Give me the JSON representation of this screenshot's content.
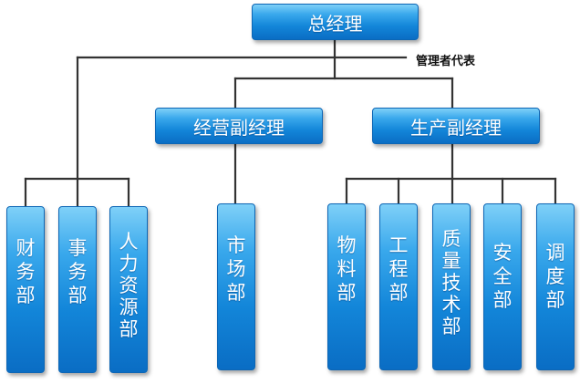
{
  "chart": {
    "top": "总经理",
    "annotation": "管理者代表",
    "vp_operations": "经营副经理",
    "vp_production": "生产副经理",
    "departments": {
      "finance": "财务部",
      "affairs": "事务部",
      "hr": "人力资源部",
      "market": "市场部",
      "materials": "物料部",
      "engineering": "工程部",
      "quality": "质量技术部",
      "safety": "安全部",
      "dispatch": "调度部"
    }
  },
  "colors": {
    "box_top": "#7fd0f8",
    "box_bottom": "#0a6dc4",
    "connector": "#333333"
  }
}
